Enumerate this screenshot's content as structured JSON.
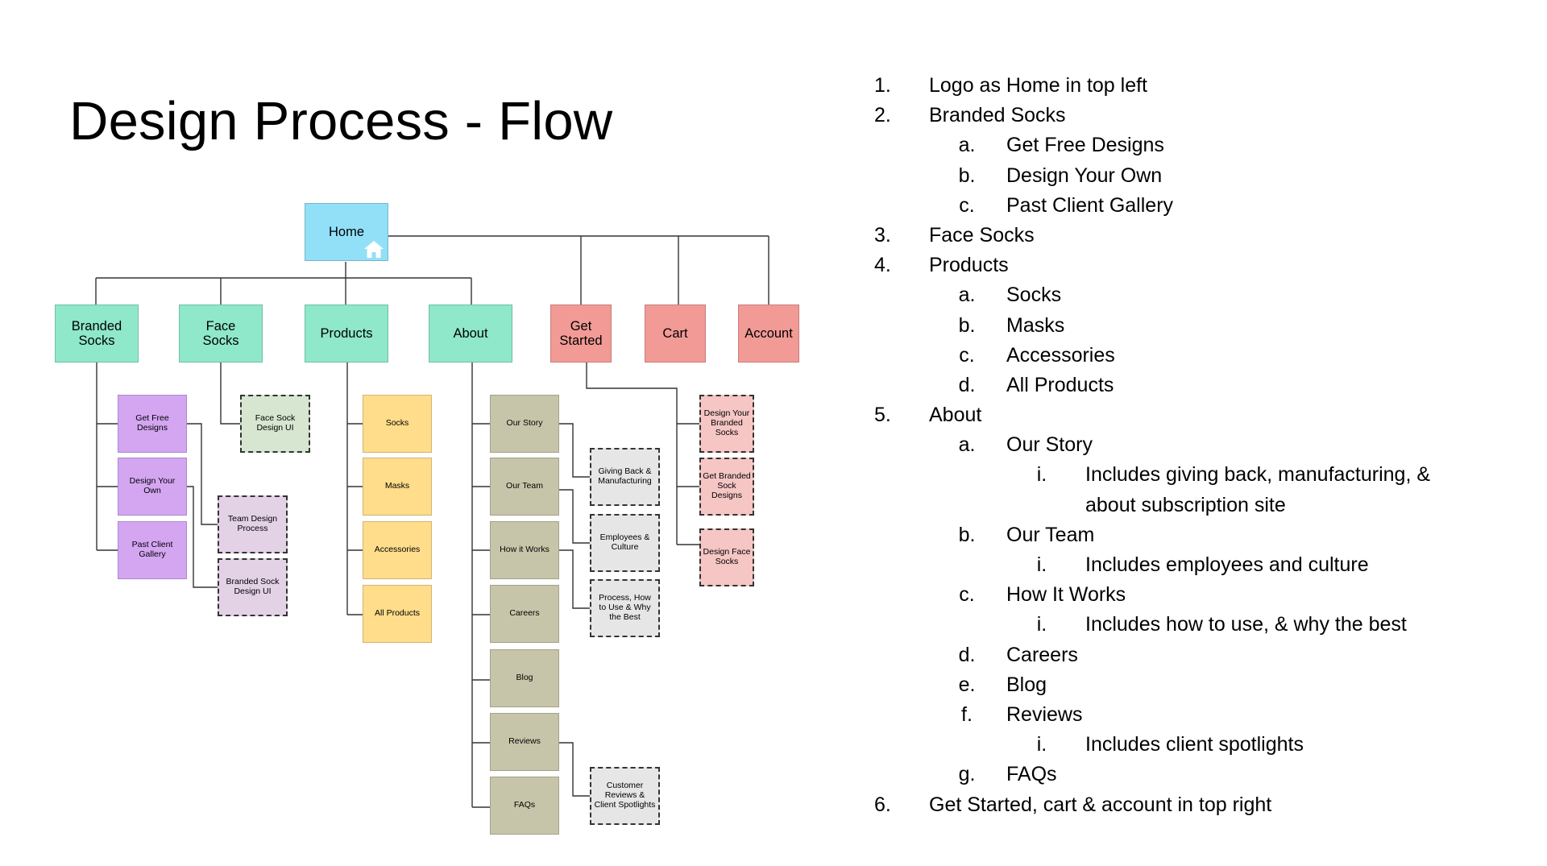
{
  "title": "Design Process - Flow",
  "colors": {
    "home": "#92E0F7",
    "primary_green": "#8EE8C9",
    "primary_red": "#F29A96",
    "purple": "#D4A6F2",
    "lilac_dashed": "#E3D2E6",
    "mint_dashed": "#D6E6D0",
    "yellow": "#FFDD8A",
    "khaki": "#C7C5A9",
    "gray_dashed": "#E6E6E6",
    "pink_dashed": "#F5C6C4",
    "line": "#333333"
  },
  "diagram": {
    "home": {
      "label": "Home",
      "icon": "home-icon"
    },
    "primary": {
      "branded_socks": "Branded Socks",
      "face_socks": "Face Socks",
      "products": "Products",
      "about": "About",
      "get_started": "Get Started",
      "cart": "Cart",
      "account": "Account"
    },
    "branded": {
      "get_free_designs": "Get Free Designs",
      "design_your_own": "Design Your Own",
      "past_client_gallery": "Past Client Gallery",
      "team_design_process": "Team Design Process",
      "branded_sock_design_ui": "Branded Sock Design UI"
    },
    "face": {
      "face_sock_design_ui": "Face Sock Design UI"
    },
    "products": {
      "socks": "Socks",
      "masks": "Masks",
      "accessories": "Accessories",
      "all_products": "All Products"
    },
    "about": {
      "our_story": "Our Story",
      "our_team": "Our Team",
      "how_it_works": "How it Works",
      "careers": "Careers",
      "blog": "Blog",
      "reviews": "Reviews",
      "faqs": "FAQs",
      "giving_back": "Giving Back & Manufacturing",
      "employees_culture": "Employees & Culture",
      "process": "Process, How to Use & Why the Best",
      "customer_reviews": "Customer Reviews & Client Spotlights"
    },
    "get_started": {
      "design_branded": "Design Your Branded Socks",
      "get_branded": "Get Branded Sock Designs",
      "design_face": "Design Face Socks"
    }
  },
  "outline": [
    {
      "level": 1,
      "marker": "1.",
      "text": "Logo as Home in top left"
    },
    {
      "level": 1,
      "marker": "2.",
      "text": "Branded Socks"
    },
    {
      "level": 2,
      "marker": "a.",
      "text": "Get Free Designs"
    },
    {
      "level": 2,
      "marker": "b.",
      "text": "Design Your Own"
    },
    {
      "level": 2,
      "marker": "c.",
      "text": "Past Client Gallery"
    },
    {
      "level": 1,
      "marker": "3.",
      "text": "Face Socks"
    },
    {
      "level": 1,
      "marker": "4.",
      "text": "Products"
    },
    {
      "level": 2,
      "marker": "a.",
      "text": "Socks"
    },
    {
      "level": 2,
      "marker": "b.",
      "text": "Masks"
    },
    {
      "level": 2,
      "marker": "c.",
      "text": "Accessories"
    },
    {
      "level": 2,
      "marker": "d.",
      "text": "All Products"
    },
    {
      "level": 1,
      "marker": "5.",
      "text": "About"
    },
    {
      "level": 2,
      "marker": "a.",
      "text": "Our Story"
    },
    {
      "level": 3,
      "marker": "i.",
      "text": "Includes giving back, manufacturing, &"
    },
    {
      "level": 3,
      "marker": "",
      "text": "about subscription site"
    },
    {
      "level": 2,
      "marker": "b.",
      "text": "Our Team"
    },
    {
      "level": 3,
      "marker": "i.",
      "text": "Includes employees and culture"
    },
    {
      "level": 2,
      "marker": "c.",
      "text": "How It Works"
    },
    {
      "level": 3,
      "marker": "i.",
      "text": "Includes how to use, & why the best"
    },
    {
      "level": 2,
      "marker": "d.",
      "text": "Careers"
    },
    {
      "level": 2,
      "marker": "e.",
      "text": "Blog"
    },
    {
      "level": 2,
      "marker": "f.",
      "text": "Reviews"
    },
    {
      "level": 3,
      "marker": "i.",
      "text": "Includes client spotlights"
    },
    {
      "level": 2,
      "marker": "g.",
      "text": "FAQs"
    },
    {
      "level": 1,
      "marker": "6.",
      "text": "Get Started, cart & account in top right"
    }
  ]
}
